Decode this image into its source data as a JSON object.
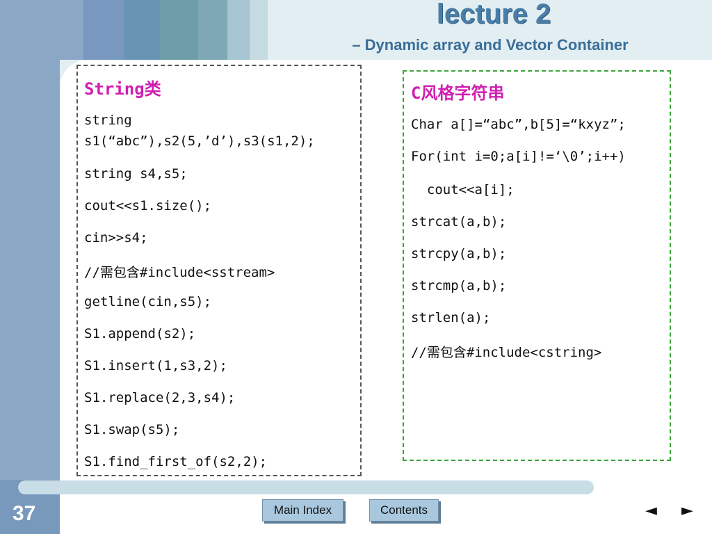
{
  "header": {
    "title": "lecture 2",
    "subtitle": "– Dynamic array and Vector Container"
  },
  "left_box": {
    "heading": "String类",
    "lines": [
      "string",
      "s1(“abc”),s2(5,’d’),s3(s1,2);",
      "string s4,s5;",
      "cout<<s1.size();",
      "cin>>s4;",
      "//需包含#include<sstream>",
      "getline(cin,s5);",
      "S1.append(s2);",
      "S1.insert(1,s3,2);",
      "S1.replace(2,3,s4);",
      "S1.swap(s5);",
      "S1.find_first_of(s2,2);"
    ]
  },
  "right_box": {
    "heading": "C风格字符串",
    "lines": [
      "Char a[]=“abc”,b[5]=“kxyz”;",
      "For(int i=0;a[i]!=‘\\0’;i++)",
      "  cout<<a[i];",
      "strcat(a,b);",
      "strcpy(a,b);",
      "strcmp(a,b);",
      "strlen(a);",
      "//需包含#include<cstring>"
    ]
  },
  "footer": {
    "page_number": "37",
    "main_index_label": "Main Index",
    "contents_label": "Contents",
    "prev_arrow": "◄",
    "next_arrow": "►"
  },
  "colors": {
    "heading": "#d020b0",
    "title": "#4a7ea8",
    "left_border": "#555555",
    "right_border": "#3aa63a"
  }
}
